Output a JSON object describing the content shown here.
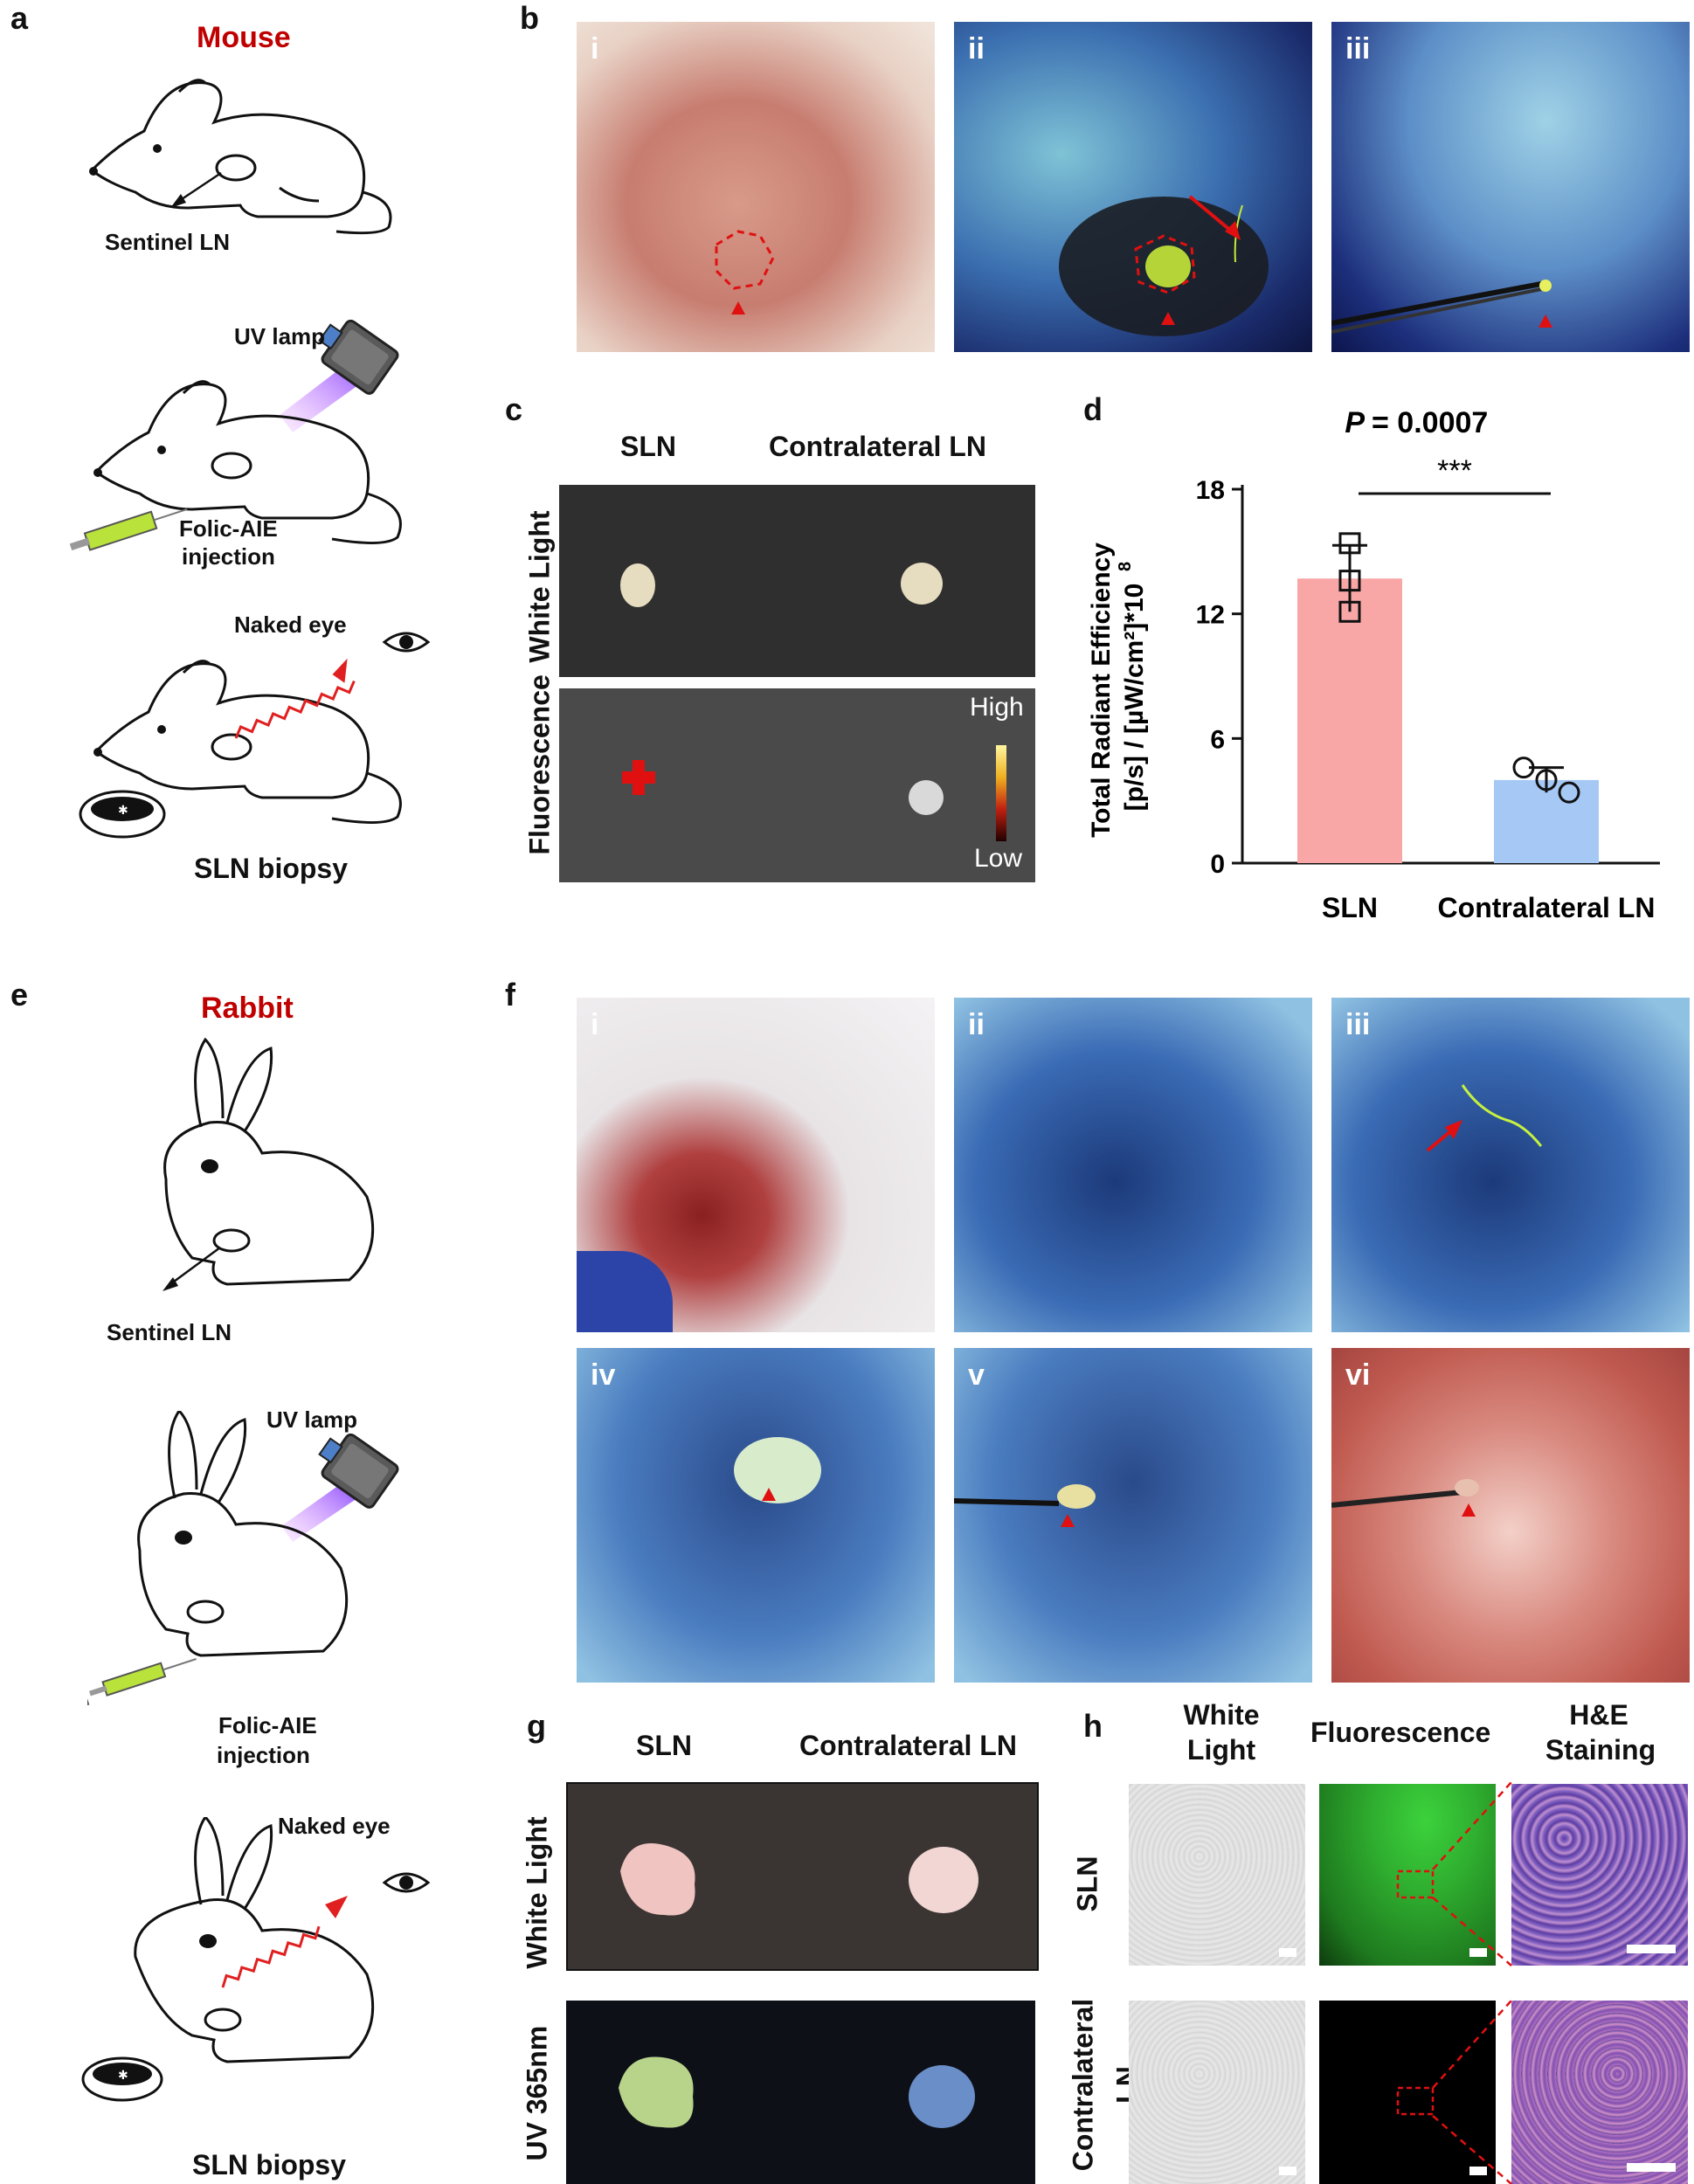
{
  "panels": {
    "a": "a",
    "b": "b",
    "c": "c",
    "d": "d",
    "e": "e",
    "f": "f",
    "g": "g",
    "h": "h"
  },
  "mouse": {
    "title": "Mouse",
    "sentinel": "Sentinel LN",
    "uv_lamp": "UV lamp",
    "injection_l1": "Folic-AIE",
    "injection_l2": "injection",
    "naked_eye": "Naked eye",
    "biopsy": "SLN biopsy"
  },
  "rabbit": {
    "title": "Rabbit",
    "sentinel": "Sentinel LN",
    "uv_lamp": "UV lamp",
    "injection_l1": "Folic-AIE",
    "injection_l2": "injection",
    "naked_eye": "Naked eye",
    "biopsy": "SLN biopsy"
  },
  "panel_b": {
    "labels": [
      "i",
      "ii",
      "iii"
    ]
  },
  "panel_c": {
    "col_sln": "SLN",
    "col_contra": "Contralateral LN",
    "row_white": "White Light",
    "row_fluor": "Fluorescence",
    "scale_high": "High",
    "scale_low": "Low"
  },
  "panel_f": {
    "labels": [
      "i",
      "ii",
      "iii",
      "iv",
      "v",
      "vi"
    ]
  },
  "panel_g": {
    "col_sln": "SLN",
    "col_contra": "Contralateral LN",
    "row_white": "White Light",
    "row_uv": "UV 365nm"
  },
  "panel_h": {
    "col_white_l1": "White",
    "col_white_l2": "Light",
    "col_fluor": "Fluorescence",
    "col_he_l1": "H&E",
    "col_he_l2": "Staining",
    "row_sln": "SLN",
    "row_contra_l1": "Contralateral",
    "row_contra_l2": "LN"
  },
  "colors": {
    "sln_bar": "#f9a6a6",
    "contra_bar": "#a6c8f5",
    "species_red": "#c00000",
    "fluor_green": "#2fae2f"
  },
  "chart_data": {
    "type": "bar",
    "p_label": "P",
    "p_value": "= 0.0007",
    "significance": "***",
    "ylabel_l1": "Total Radiant Efficiency",
    "ylabel_l2": "[p/s] / [µW/cm²]*10",
    "ylabel_sup": "8",
    "categories": [
      "SLN",
      "Contralateral LN"
    ],
    "values": [
      13.7,
      4.0
    ],
    "points": [
      [
        15.4,
        13.6,
        12.1
      ],
      [
        4.6,
        4.0,
        3.4
      ]
    ],
    "errors": [
      1.6,
      0.6
    ],
    "ylim": [
      0,
      18
    ],
    "yticks": [
      0,
      6,
      12,
      18
    ],
    "bar_colors": [
      "#f9a6a6",
      "#a6c8f5"
    ]
  }
}
